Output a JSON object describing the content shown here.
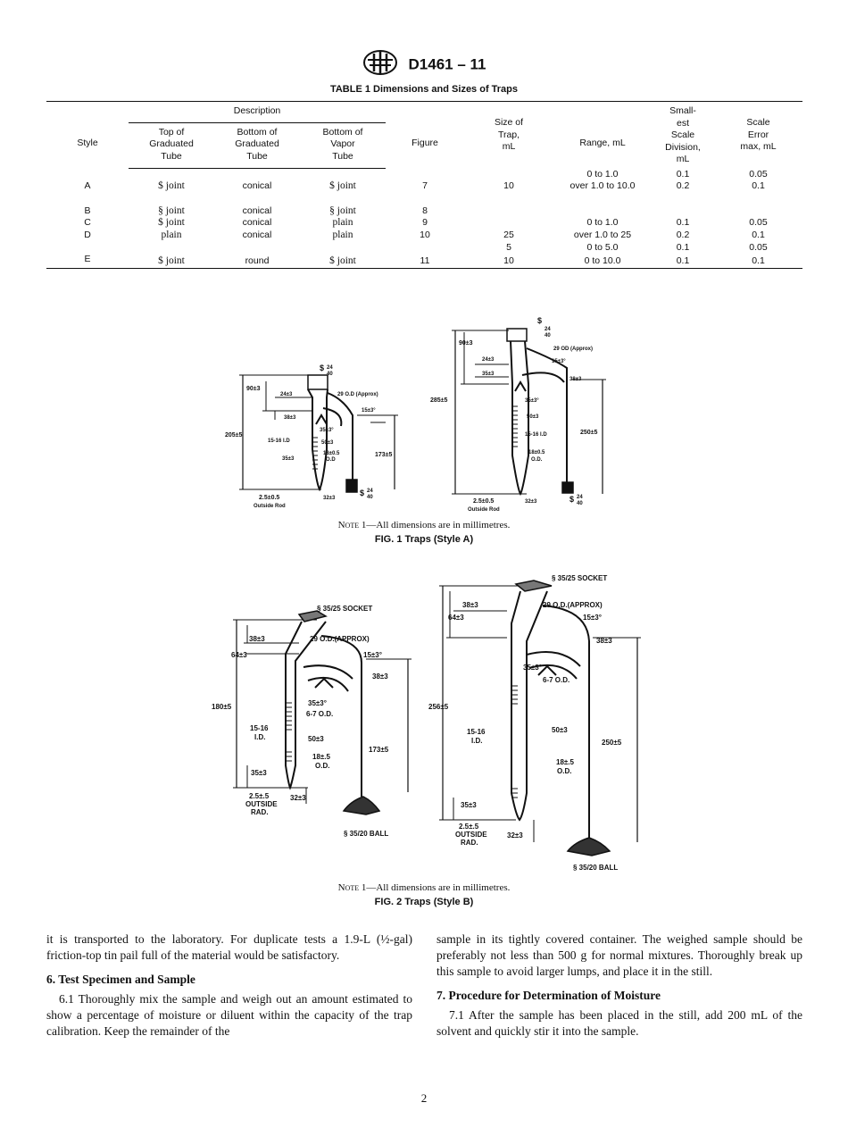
{
  "header": {
    "designation": "D1461 – 11"
  },
  "table1": {
    "caption": "TABLE 1 Dimensions and Sizes of Traps",
    "headers": {
      "style": "Style",
      "description": "Description",
      "top": [
        "Top of",
        "Graduated",
        "Tube"
      ],
      "bottom_grad": [
        "Bottom of",
        "Graduated",
        "Tube"
      ],
      "bottom_vapor": [
        "Bottom of",
        "Vapor",
        "Tube"
      ],
      "figure": "Figure",
      "size": [
        "Size of",
        "Trap,",
        "mL"
      ],
      "range": "Range, mL",
      "smallest": [
        "Small-",
        "est",
        "Scale",
        "Division,",
        "mL"
      ],
      "error": [
        "Scale",
        "Error",
        "max, mL"
      ]
    },
    "rows": [
      {
        "style": "",
        "top": "",
        "bottom": "",
        "vapor": "",
        "figure": "",
        "size": "",
        "range": "0 to   1.0",
        "division": "0.1",
        "error": "0.05"
      },
      {
        "style": "A",
        "top": "$ joint",
        "bottom": "conical",
        "vapor": "$ joint",
        "figure": "7",
        "size": "10",
        "range": "over 1.0 to 10.0",
        "division": "0.2",
        "error": "0.1"
      },
      {
        "style": "B",
        "top": "§ joint",
        "bottom": "conical",
        "vapor": "§ joint",
        "figure": "8",
        "size": "",
        "range": "",
        "division": "",
        "error": ""
      },
      {
        "style": "C",
        "top": "$ joint",
        "bottom": "conical",
        "vapor": "plain",
        "figure": "9",
        "size": "",
        "range": "0 to   1.0",
        "division": "0.1",
        "error": "0.05"
      },
      {
        "style": "D",
        "top": "plain",
        "bottom": "conical",
        "vapor": "plain",
        "figure": "10",
        "size": "25",
        "range": "over 1.0 to 25",
        "division": "0.2",
        "error": "0.1"
      },
      {
        "style": "",
        "top": "",
        "bottom": "",
        "vapor": "",
        "figure": "",
        "size": "5",
        "range": "0 to   5.0",
        "division": "0.1",
        "error": "0.05"
      },
      {
        "style": "E",
        "top": "$ joint",
        "bottom": "round",
        "vapor": "$ joint",
        "figure": "11",
        "size": "10",
        "range": "0 to 10.0",
        "division": "0.1",
        "error": "0.1"
      }
    ]
  },
  "fig1": {
    "note_label": "Note",
    "note_text": " 1—All dimensions are in millimetres.",
    "caption": "FIG. 1    Traps (Style A)",
    "left_labels": {
      "joint": "$",
      "joint_num": "24",
      "joint_den": "40",
      "d90": "90±3",
      "d24": "24±3",
      "d29": "29 O.D (Approx)",
      "d15": "15±3°",
      "d38": "38±3",
      "d35t": "35±3°",
      "d15id": "15-16 I.D",
      "d50": "50±3",
      "d18": "18±0.5",
      "od": "O.D",
      "d35": "35±3",
      "d205": "205±5",
      "d173": "173±5",
      "d25": "2.5±0.5",
      "rod": "Outside Rod",
      "d32": "32±3",
      "joint2": "$",
      "joint2_num": "24",
      "joint2_den": "40"
    },
    "right_labels": {
      "joint": "$",
      "joint_num": "24",
      "joint_den": "40",
      "d90": "90±3",
      "d24": "24±3",
      "d29": "29 OD (Approx)",
      "d15": "15±3°",
      "d35": "35±3",
      "d38": "38±3",
      "d285": "285±5",
      "d35t": "35±3°",
      "d50": "50±3",
      "d15id": "15-16 I.D",
      "d18": "18±0.5",
      "od": "O.D.",
      "d250": "250±5",
      "d25": "2.5±0.5",
      "rod": "Outside Rod",
      "d32": "32±3",
      "joint2": "$",
      "joint2_num": "24",
      "joint2_den": "40"
    }
  },
  "fig2": {
    "note_label": "Note",
    "note_text": " 1—All dimensions are in millimetres.",
    "caption": "FIG. 2    Traps (Style B)",
    "left_labels": {
      "socket": "§ 35/25 SOCKET",
      "d38": "38±3",
      "d29": "29 O.D.(APPROX)",
      "d64": "64±3",
      "d15": "15±3°",
      "d38b": "38±3",
      "d180": "180±5",
      "d35t": "35±3°",
      "d67": "6-7 O.D.",
      "d1516": "15-16",
      "ld": "I.D.",
      "d50": "50±3",
      "d18": "18±.5",
      "od": "O.D.",
      "d173": "173±5",
      "d35": "35±3",
      "d25": "2.5±.5",
      "outside": "OUTSIDE",
      "rad": "RAD.",
      "d32": "32±3",
      "ball": "§ 35/20 BALL"
    },
    "right_labels": {
      "socket": "§ 35/25 SOCKET",
      "d38": "38±3",
      "d29": "29 O.D.(APPROX)",
      "d64": "64±3",
      "d15": "15±3°",
      "d38b": "38±3",
      "d35t": "35±3°",
      "d67": "6-7 O.D.",
      "d256": "256±5",
      "d1516": "15-16",
      "ld": "I.D.",
      "d50": "50±3",
      "d18": "18±.5",
      "od": "O.D.",
      "d250": "250±5",
      "d35": "35±3",
      "d25": "2.5±.5",
      "outside": "OUTSIDE",
      "rad": "RAD.",
      "d32": "32±3",
      "ball": "§ 35/20 BALL"
    }
  },
  "body": {
    "left_p1": "it is transported to the laboratory. For duplicate tests a 1.9-L (½-gal) friction-top tin pail full of the material would be satisfactory.",
    "sec6_title": "6. Test Specimen and Sample",
    "sec6_p1": "6.1 Thoroughly mix the sample and weigh out an amount estimated to show a percentage of moisture or diluent within the capacity of the trap calibration. Keep the remainder of the",
    "right_p1": "sample in its tightly covered container. The weighed sample should be preferably not less than 500 g for normal mixtures. Thoroughly break up this sample to avoid larger lumps, and place it in the still.",
    "sec7_title": "7. Procedure for Determination of Moisture",
    "sec7_p1": "7.1 After the sample has been placed in the still, add 200 mL of the solvent and quickly stir it into the sample."
  },
  "page_number": "2"
}
